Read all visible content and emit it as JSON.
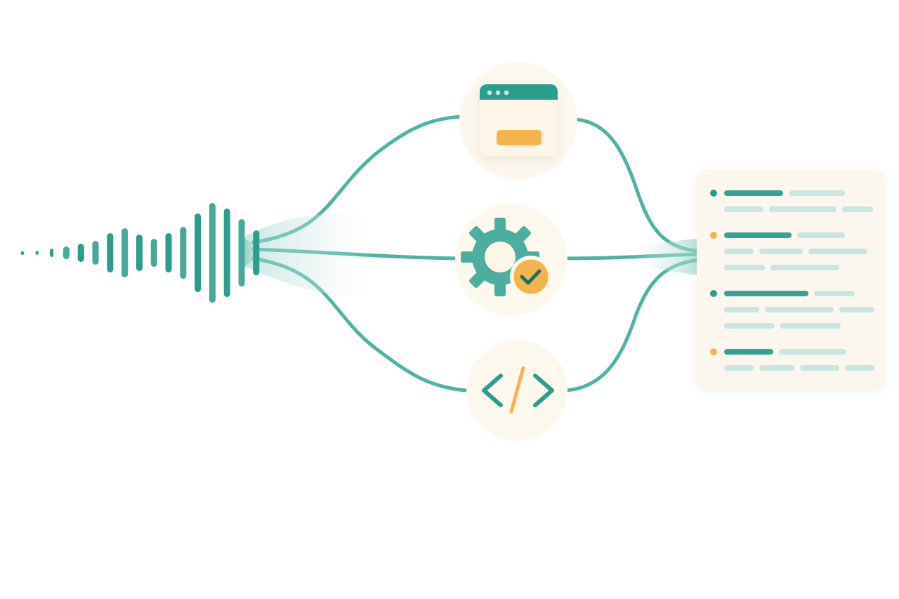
{
  "diagram": {
    "palette": {
      "teal": "#2a9d8f",
      "teal_light": "#8fd3c7",
      "teal_pale": "#cfe7e2",
      "amber": "#f4b44b",
      "cream": "#fdf8ee",
      "card": "#fbf7ef"
    },
    "nodes": [
      {
        "id": "audio-source",
        "icon": "sound-wave-icon"
      },
      {
        "id": "ui-window",
        "icon": "browser-window-icon"
      },
      {
        "id": "process",
        "icon": "gear-check-icon"
      },
      {
        "id": "code",
        "icon": "code-brackets-icon"
      },
      {
        "id": "output",
        "icon": "document-list-icon"
      }
    ],
    "edges": [
      {
        "from": "audio-source",
        "to": "ui-window"
      },
      {
        "from": "audio-source",
        "to": "process"
      },
      {
        "from": "audio-source",
        "to": "code"
      },
      {
        "from": "ui-window",
        "to": "output"
      },
      {
        "from": "process",
        "to": "output"
      },
      {
        "from": "code",
        "to": "output"
      }
    ],
    "wave_bar_heights": [
      4,
      6,
      12,
      18,
      26,
      34,
      56,
      70,
      52,
      40,
      56,
      74,
      112,
      142,
      126,
      96,
      64
    ],
    "document_sections": [
      {
        "bullet": "#2a9d8f",
        "lines": [
          [
            84,
            80
          ],
          [
            56,
            96,
            44
          ]
        ]
      },
      {
        "bullet": "#f4b44b",
        "lines": [
          [
            96,
            68
          ],
          [
            42,
            62,
            84
          ],
          [
            58,
            98
          ]
        ]
      },
      {
        "bullet": "#2a9d8f",
        "lines": [
          [
            120,
            58
          ],
          [
            50,
            98,
            50
          ],
          [
            72,
            86
          ]
        ]
      },
      {
        "bullet": "#f4b44b",
        "lines": [
          [
            70,
            96
          ],
          [
            42,
            50,
            56,
            42
          ]
        ]
      }
    ]
  }
}
